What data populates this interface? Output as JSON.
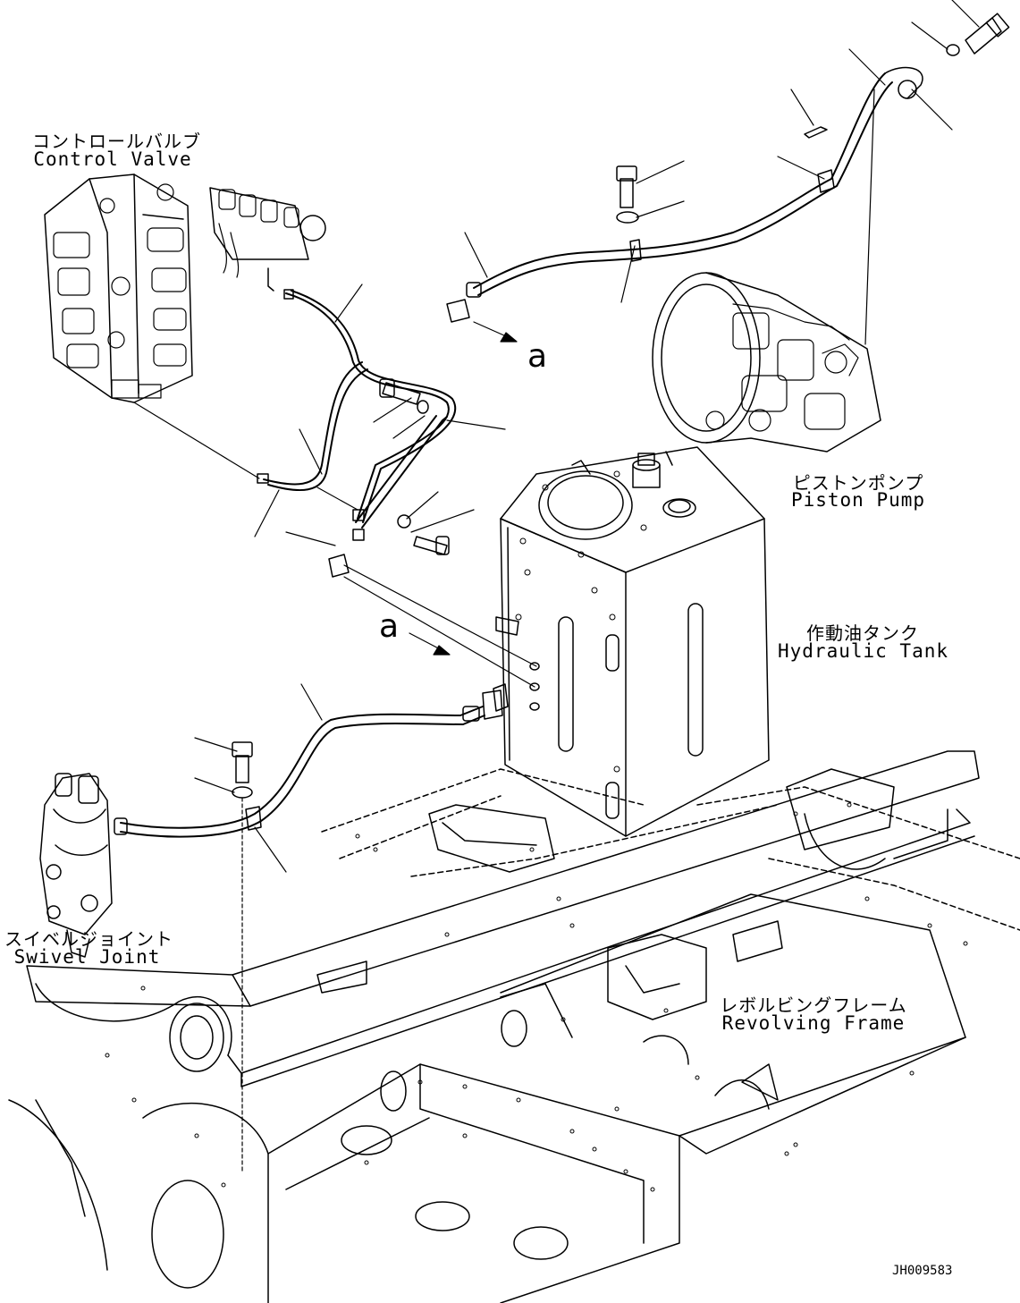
{
  "labels": {
    "control_valve": {
      "jp": "コントロールバルブ",
      "en": "Control Valve"
    },
    "piston_pump": {
      "jp": "ピストンポンプ",
      "en": "Piston Pump"
    },
    "hydraulic_tank": {
      "jp": "作動油タンク",
      "en": "Hydraulic Tank"
    },
    "swivel_joint": {
      "jp": "スイベルジョイント",
      "en": "Swivel Joint"
    },
    "revolving_frame": {
      "jp": "レボルビングフレーム",
      "en": "Revolving Frame"
    }
  },
  "callouts": {
    "view_a_top": "a",
    "view_a_tank": "a"
  },
  "document_id": "JH009583"
}
